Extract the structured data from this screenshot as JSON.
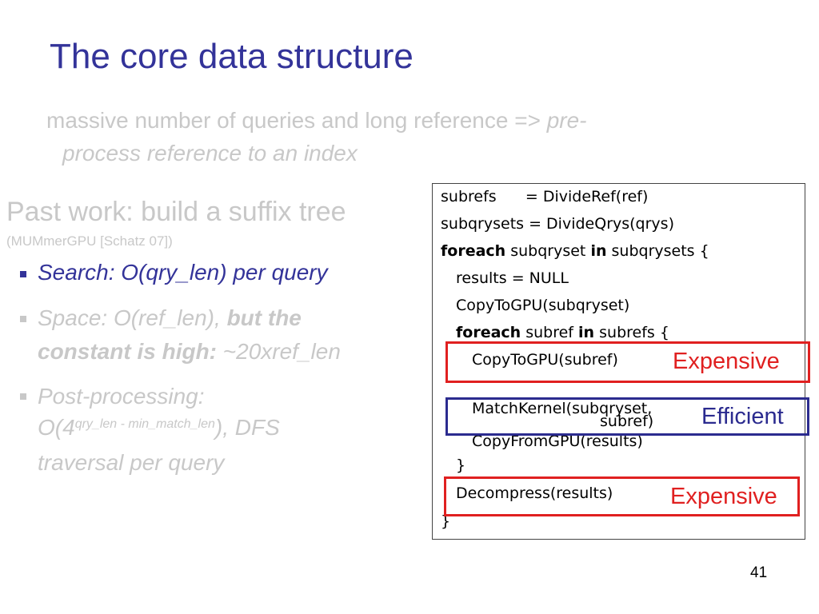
{
  "slide": {
    "title": "The core data structure",
    "intro_line1": "massive number of queries and long reference => ",
    "intro_line1_em": "pre-",
    "intro_line2": "process reference to an index",
    "past_title": "Past work: build a suffix tree",
    "past_cite": "(MUMmerGPU [Schatz 07])",
    "bullets": {
      "b1": "Search: O(qry_len) per query",
      "b2_line1_pre": "Space: O(ref_len), ",
      "b2_line1_bold": "but the",
      "b2_line2_bold": "constant is high:",
      "b2_line2_post": " ~20xref_len",
      "b3_line1": "Post-processing:",
      "b3_line2_pre": "O(4",
      "b3_line2_sup": "qry_len - min_match_len",
      "b3_line2_post": "), DFS",
      "b3_line3": "traversal per query"
    },
    "code": {
      "l1": "subrefs      = DivideRef(ref)",
      "l2": "subqrysets = DivideQrys(qrys)",
      "l3_kw1": "foreach",
      "l3_mid": " subqryset ",
      "l3_kw2": "in",
      "l3_end": " subqrysets {",
      "l4": "results = NULL",
      "l5": "CopyToGPU(subqryset)",
      "l6_kw1": "foreach",
      "l6_mid": " subref ",
      "l6_kw2": "in",
      "l6_end": " subrefs {",
      "l7": "CopyToGPU(subref)",
      "l8": "MatchKernel(subqryset,",
      "l9": "subref)",
      "l10": "CopyFromGPU(results)",
      "l11": "}",
      "l12": "Decompress(results)",
      "l13": "}"
    },
    "labels": {
      "expensive1": "Expensive",
      "efficient": "Efficient",
      "expensive2": "Expensive"
    },
    "page_number": "41",
    "colors": {
      "title": "#333399",
      "faded_text": "#c8c8c8",
      "expensive": "#e02020",
      "efficient": "#2b2b8f"
    }
  }
}
